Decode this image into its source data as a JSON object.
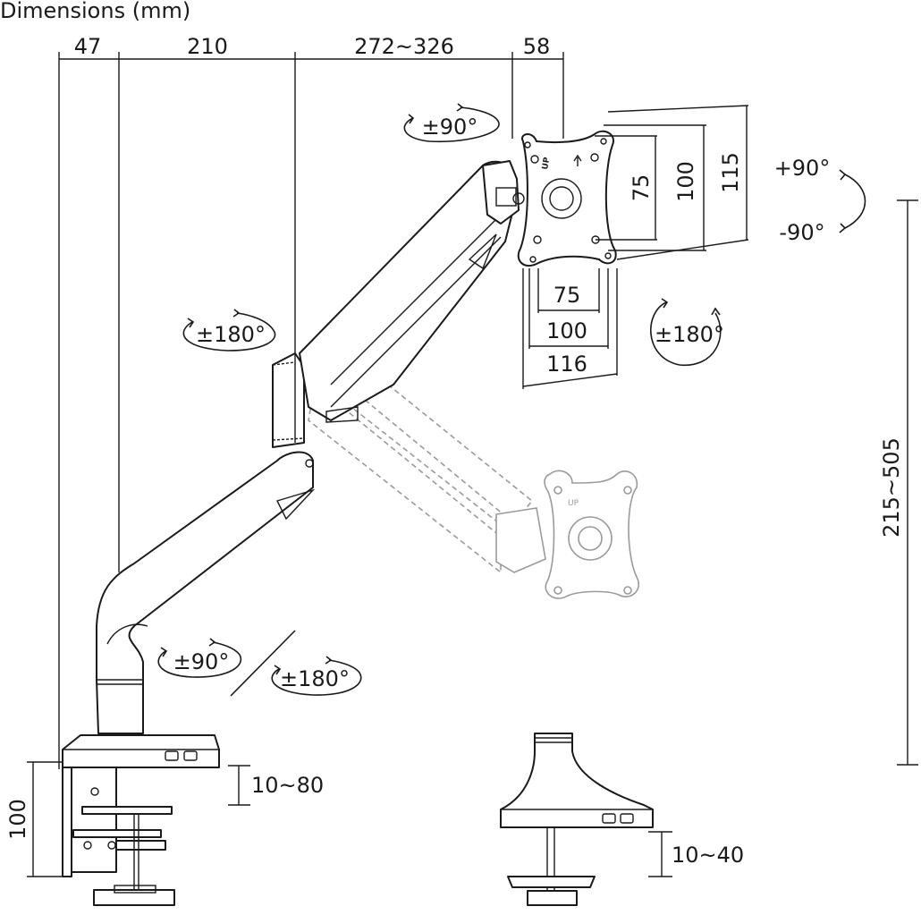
{
  "title": "Dimensions (mm)",
  "top_dimensions": {
    "d1": "47",
    "d2": "210",
    "d3": "272~326",
    "d4": "58"
  },
  "vesa_plate": {
    "h75": "75",
    "h100": "100",
    "h115": "115",
    "w75": "75",
    "w100": "100",
    "w116": "116"
  },
  "rotations": {
    "head_swivel": "±90°",
    "plate_tilt_up": "+90°",
    "plate_tilt_down": "-90°",
    "plate_rotate": "±180°",
    "elbow": "±180°",
    "base_swivel": "±90°",
    "base_rotate": "±180°"
  },
  "height_range": "215~505",
  "clamp": {
    "height": "100",
    "desk_thickness": "10~80"
  },
  "grommet": {
    "desk_thickness": "10~40"
  },
  "plate_marking": "UP"
}
